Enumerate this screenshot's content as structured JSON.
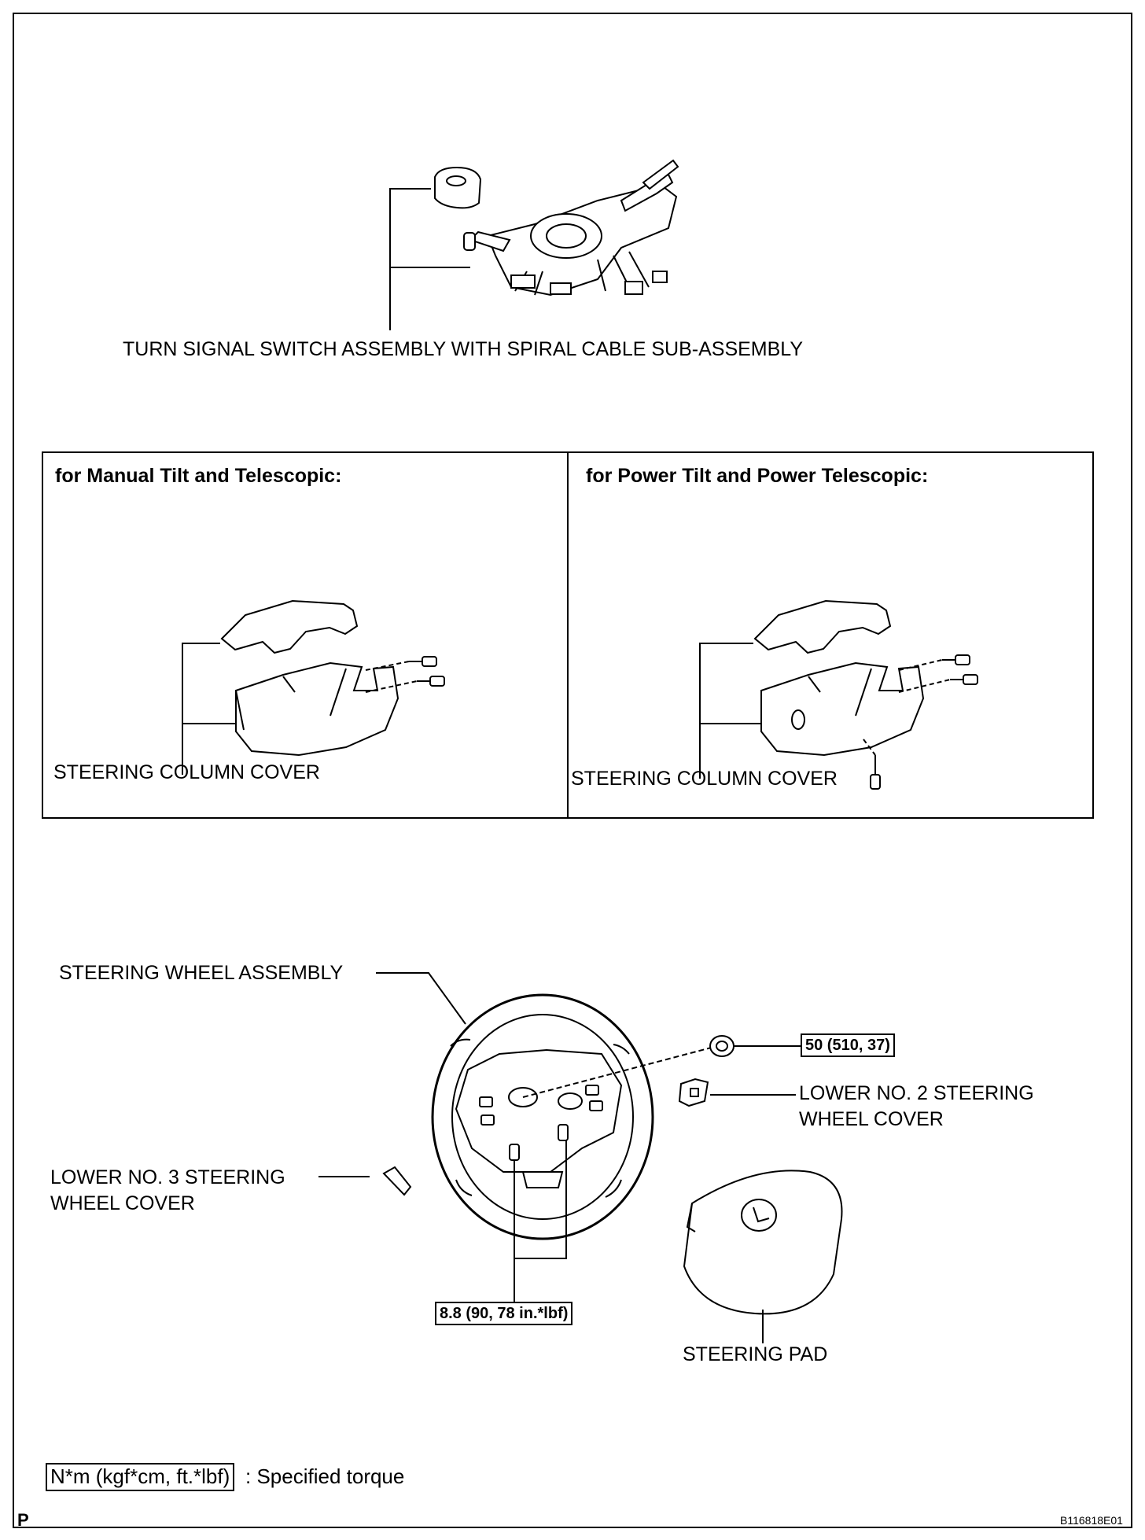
{
  "top_section": {
    "part_label": "TURN SIGNAL SWITCH ASSEMBLY WITH SPIRAL CABLE SUB-ASSEMBLY"
  },
  "variant_boxes": {
    "manual": {
      "title": "for Manual Tilt and Telescopic:",
      "part_label": "STEERING COLUMN COVER"
    },
    "power": {
      "title": "for Power Tilt and Power Telescopic:",
      "part_label": "STEERING COLUMN COVER"
    }
  },
  "bottom_section": {
    "steering_wheel_label": "STEERING WHEEL ASSEMBLY",
    "nut_torque": "50 (510, 37)",
    "lower_no2_line1": "LOWER NO. 2 STEERING",
    "lower_no2_line2": "WHEEL COVER",
    "lower_no3_line1": "LOWER NO. 3 STEERING",
    "lower_no3_line2": "WHEEL COVER",
    "screw_torque": "8.8 (90, 78 in.*lbf)",
    "steering_pad_label": "STEERING PAD"
  },
  "legend": {
    "unit_box": "N*m (kgf*cm, ft.*lbf)",
    "description": ": Specified torque"
  },
  "footer": {
    "page_letter": "P",
    "figure_code": "B116818E01"
  }
}
